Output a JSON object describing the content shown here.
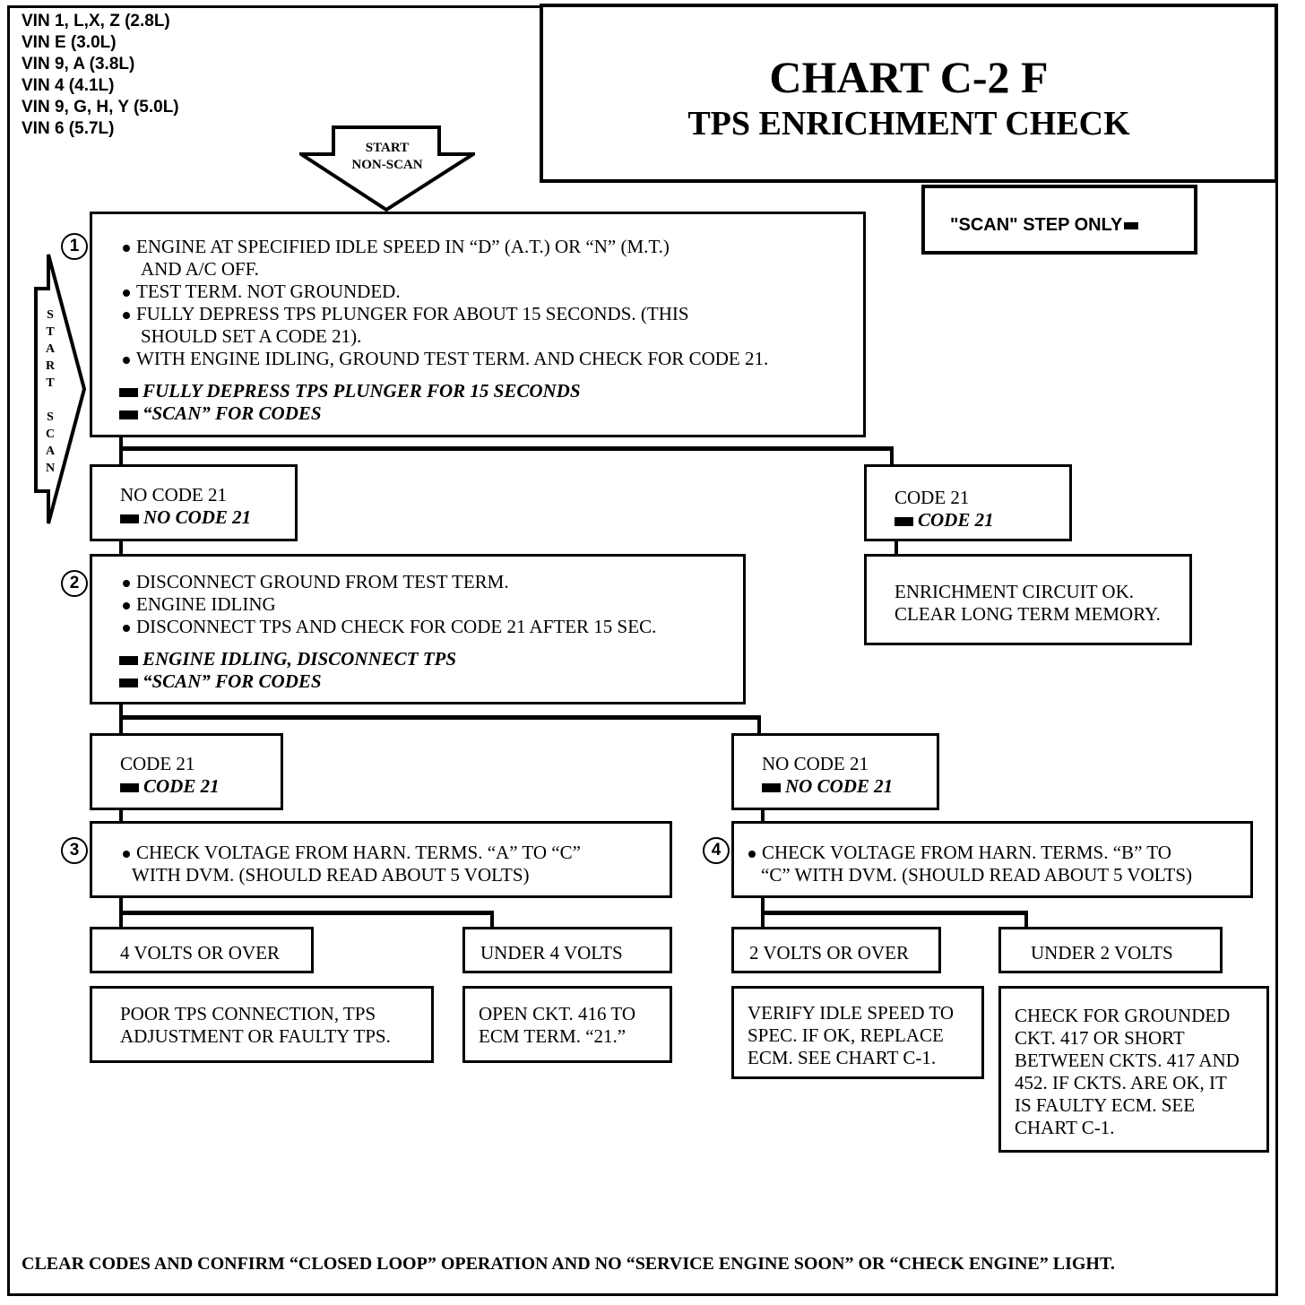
{
  "vin_list": [
    "VIN 1, L,X, Z (2.8L)",
    "VIN E (3.0L)",
    "VIN 9, A (3.8L)",
    "VIN 4 (4.1L)",
    "VIN 9, G, H, Y (5.0L)",
    "VIN 6 (5.7L)"
  ],
  "title": {
    "line1": "CHART C-2 F",
    "line2": "TPS ENRICHMENT CHECK"
  },
  "scan_note": "\"SCAN\" STEP ONLY",
  "start_nonscan": {
    "line1": "START",
    "line2": "NON-SCAN"
  },
  "start_scan_letters": [
    "S",
    "T",
    "A",
    "R",
    "T",
    "",
    "S",
    "C",
    "A",
    "N"
  ],
  "step1": {
    "num": "1",
    "items": [
      "ENGINE AT SPECIFIED IDLE SPEED IN “D” (A.T.) OR “N” (M.T.)",
      "AND A/C OFF.",
      "TEST TERM. NOT GROUNDED.",
      "FULLY DEPRESS TPS PLUNGER FOR ABOUT 15 SECONDS. (THIS",
      "SHOULD SET A CODE 21).",
      "WITH ENGINE IDLING, GROUND TEST TERM. AND CHECK FOR CODE 21."
    ],
    "scan1": "FULLY DEPRESS TPS PLUNGER FOR 15 SECONDS",
    "scan2": "“SCAN” FOR CODES"
  },
  "r1_left": {
    "line1": "NO CODE 21",
    "line2": "NO CODE 21"
  },
  "r1_right": {
    "line1": "CODE 21",
    "line2": "CODE 21"
  },
  "r1_right_result": {
    "line1": "ENRICHMENT CIRCUIT OK.",
    "line2": "CLEAR LONG TERM MEMORY."
  },
  "step2": {
    "num": "2",
    "items": [
      "DISCONNECT GROUND FROM TEST TERM.",
      "ENGINE IDLING",
      "DISCONNECT TPS AND CHECK FOR CODE 21 AFTER 15 SEC."
    ],
    "scan1": "ENGINE IDLING, DISCONNECT TPS",
    "scan2": "“SCAN” FOR CODES"
  },
  "r2_left": {
    "line1": "CODE 21",
    "line2": "CODE 21"
  },
  "r2_right": {
    "line1": "NO CODE 21",
    "line2": "NO CODE 21"
  },
  "step3": {
    "num": "3",
    "line1": "CHECK VOLTAGE FROM HARN. TERMS. “A” TO “C”",
    "line2": "WITH DVM. (SHOULD READ ABOUT 5 VOLTS)"
  },
  "step4": {
    "num": "4",
    "line1": "CHECK VOLTAGE FROM HARN. TERMS. “B” TO",
    "line2": "“C” WITH DVM. (SHOULD READ ABOUT 5 VOLTS)"
  },
  "s3_left": "4 VOLTS OR OVER",
  "s3_right": "UNDER 4 VOLTS",
  "s4_left": "2 VOLTS OR OVER",
  "s4_right": "UNDER 2 VOLTS",
  "res3_left": {
    "line1": "POOR TPS CONNECTION, TPS",
    "line2": "ADJUSTMENT OR FAULTY TPS."
  },
  "res3_right": {
    "line1": "OPEN CKT. 416 TO",
    "line2": "ECM TERM. “21.”"
  },
  "res4_left": {
    "line1": "VERIFY IDLE SPEED TO",
    "line2": "SPEC. IF OK, REPLACE",
    "line3": "ECM. SEE CHART C-1."
  },
  "res4_right": {
    "line1": "CHECK FOR GROUNDED",
    "line2": "CKT. 417 OR SHORT",
    "line3": "BETWEEN CKTS. 417 AND",
    "line4": "452. IF CKTS. ARE OK, IT",
    "line5": "IS FAULTY ECM. SEE",
    "line6": "CHART C-1."
  },
  "footer": "CLEAR CODES AND CONFIRM “CLOSED LOOP” OPERATION AND NO “SERVICE ENGINE SOON” OR “CHECK ENGINE” LIGHT."
}
